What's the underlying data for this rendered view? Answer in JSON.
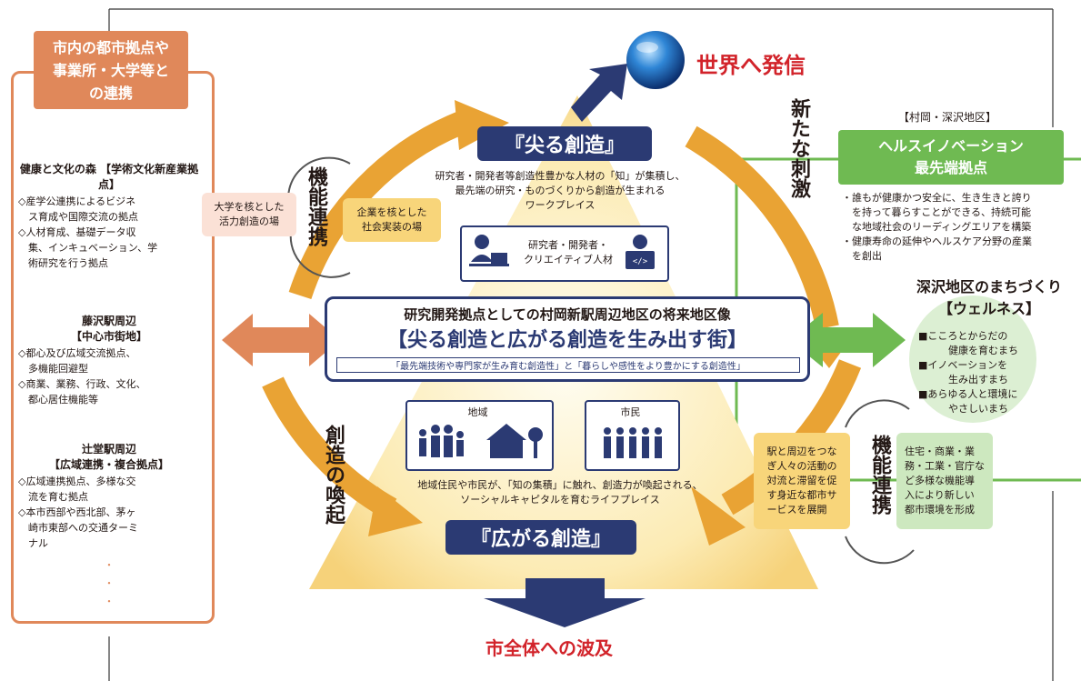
{
  "top_label": {
    "text": "『尖る創造』",
    "desc": "研究者・開発者等創造性豊かな人材の「知」が集積し、\n最先端の研究・ものづくりから創造が生まれる\nワークプレイス"
  },
  "world": {
    "text": "世界へ発信"
  },
  "top_icon_box": {
    "label": "研究者・開発者・\nクリエイティブ人材"
  },
  "center": {
    "line1": "研究開発拠点としての村岡新駅周辺地区の将来地区像",
    "line2": "【尖る創造と広がる創造を生み出す街】",
    "line3": "「最先端技術や専門家が生み育む創造性」と「暮らしや感性をより豊かにする創造性」"
  },
  "bottom_icons": {
    "left": "地域",
    "right": "市民"
  },
  "bottom_label": {
    "desc": "地域住民や市民が、「知の集積」に触れ、創造力が喚起される、\nソーシャルキャピタルを育むライフプレイス",
    "text": "『広がる創造』"
  },
  "ripple": {
    "text": "市全体への波及"
  },
  "left_panel": {
    "header": "市内の都市拠点や\n事業所・大学等と\nの連携",
    "sections": [
      {
        "title": "健康と文化の森\n【学術文化新産業拠点】",
        "body": "◇産学公連携によるビジネ\n　ス育成や国際交流の拠点\n◇人材育成、基礎データ収\n　集、インキュベーション、学\n　術研究を行う拠点"
      },
      {
        "title": "藤沢駅周辺\n【中心市街地】",
        "body": "◇都心及び広域交流拠点、\n　多機能回避型\n◇商業、業務、行政、文化、\n　都心居住機能等"
      },
      {
        "title": "辻堂駅周辺\n【広域連携・複合拠点】",
        "body": "◇広域連携拠点、多様な交\n　流を育む拠点\n◇本市西部や西北部、茅ヶ\n　崎市東部への交通ターミ\n　ナル"
      }
    ],
    "dots": "・\n・\n・"
  },
  "left_cycle": {
    "vertical": "機能連携",
    "note_left": "大学を核とした\n活力創造の場",
    "note_right": "企業を核とした\n社会実装の場"
  },
  "left_lower": {
    "vertical": "創造の喚起"
  },
  "right_upper": {
    "vertical": "新たな刺激"
  },
  "right_panel": {
    "area": "【村岡・深沢地区】",
    "header": "ヘルスイノベーション\n最先端拠点",
    "body": "・誰もが健康かつ安全に、生き生きと誇り\n　を持って暮らすことができる、持続可能\n　な地域社会のリーディングエリアを構築\n・健康寿命の延伸やヘルスケア分野の産業\n　を創出",
    "wellness_title": "深沢地区のまちづくり\n【ウェルネス】",
    "wellness_items": "■こころとからだの\n　　　健康を育むまち\n■イノベーションを\n　　　生み出すまち\n■あらゆる人と環境に\n　　　やさしいまち"
  },
  "right_cycle": {
    "vertical": "機能連携",
    "note_left": "駅と周辺をつな\nぎ人々の活動の\n対流と滞留を促\nす身近な都市サ\nービスを展開",
    "note_right": "住宅・商業・業\n務・工業・官庁な\nど多様な機能導\n入により新しい\n都市環境を形成"
  },
  "colors": {
    "navy": "#2b3a73",
    "orange": "#e0885a",
    "gold": "#e8a23a",
    "green": "#6fba52",
    "red": "#d2232a",
    "tri": "#fbe4a2"
  }
}
